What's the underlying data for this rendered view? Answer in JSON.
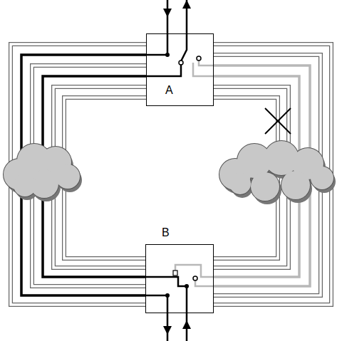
{
  "diagram": {
    "nodes": [
      {
        "text": [
          "A"
        ]
      },
      {
        "text": [
          "B"
        ]
      }
    ],
    "edges": [
      {
        "from": 0,
        "to": 1,
        "arrow": "none"
      },
      {
        "from": 0,
        "to": 1,
        "arrow": "none"
      }
    ]
  }
}
